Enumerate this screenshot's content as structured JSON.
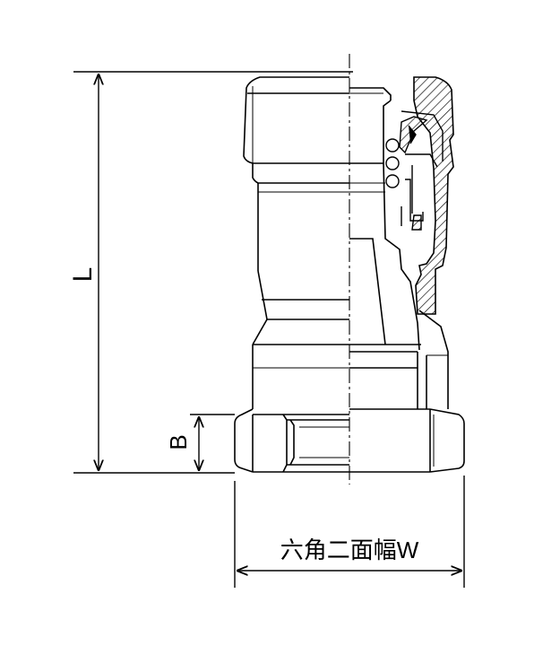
{
  "labels": {
    "length": "L",
    "thread_b": "B",
    "hex_width": "六角二面幅W"
  },
  "colors": {
    "line": "#000000",
    "background": "#ffffff"
  }
}
